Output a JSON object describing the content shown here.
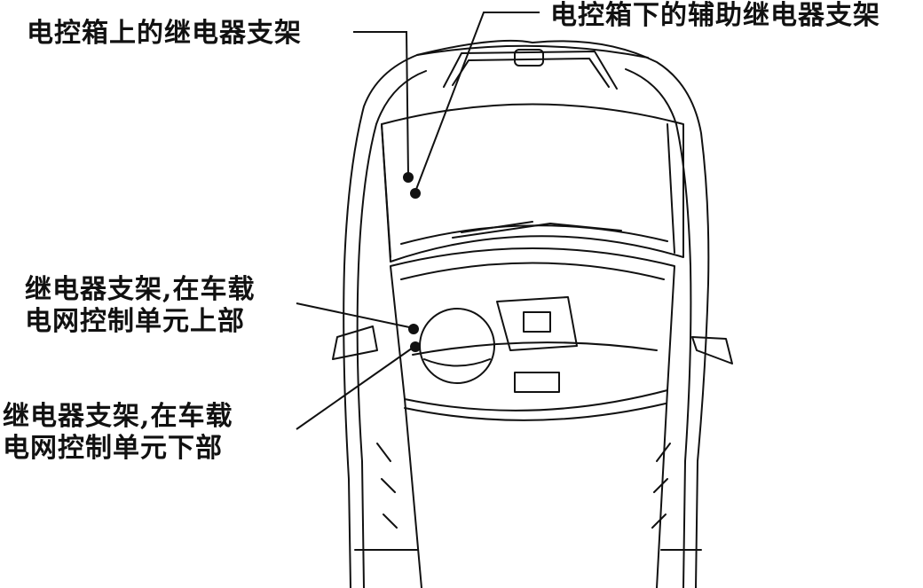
{
  "labels": {
    "relay_bracket_on_ebox": "电控箱上的继电器支架",
    "aux_relay_bracket_under_ebox": "电控箱下的辅助继电器支架",
    "relay_bracket_above_bcm": [
      "继电器支架,在车载",
      "电网控制单元上部"
    ],
    "relay_bracket_below_bcm": [
      "继电器支架,在车载",
      "电网控制单元下部"
    ]
  },
  "colors": {
    "ink": "#111111",
    "background": "#ffffff"
  }
}
